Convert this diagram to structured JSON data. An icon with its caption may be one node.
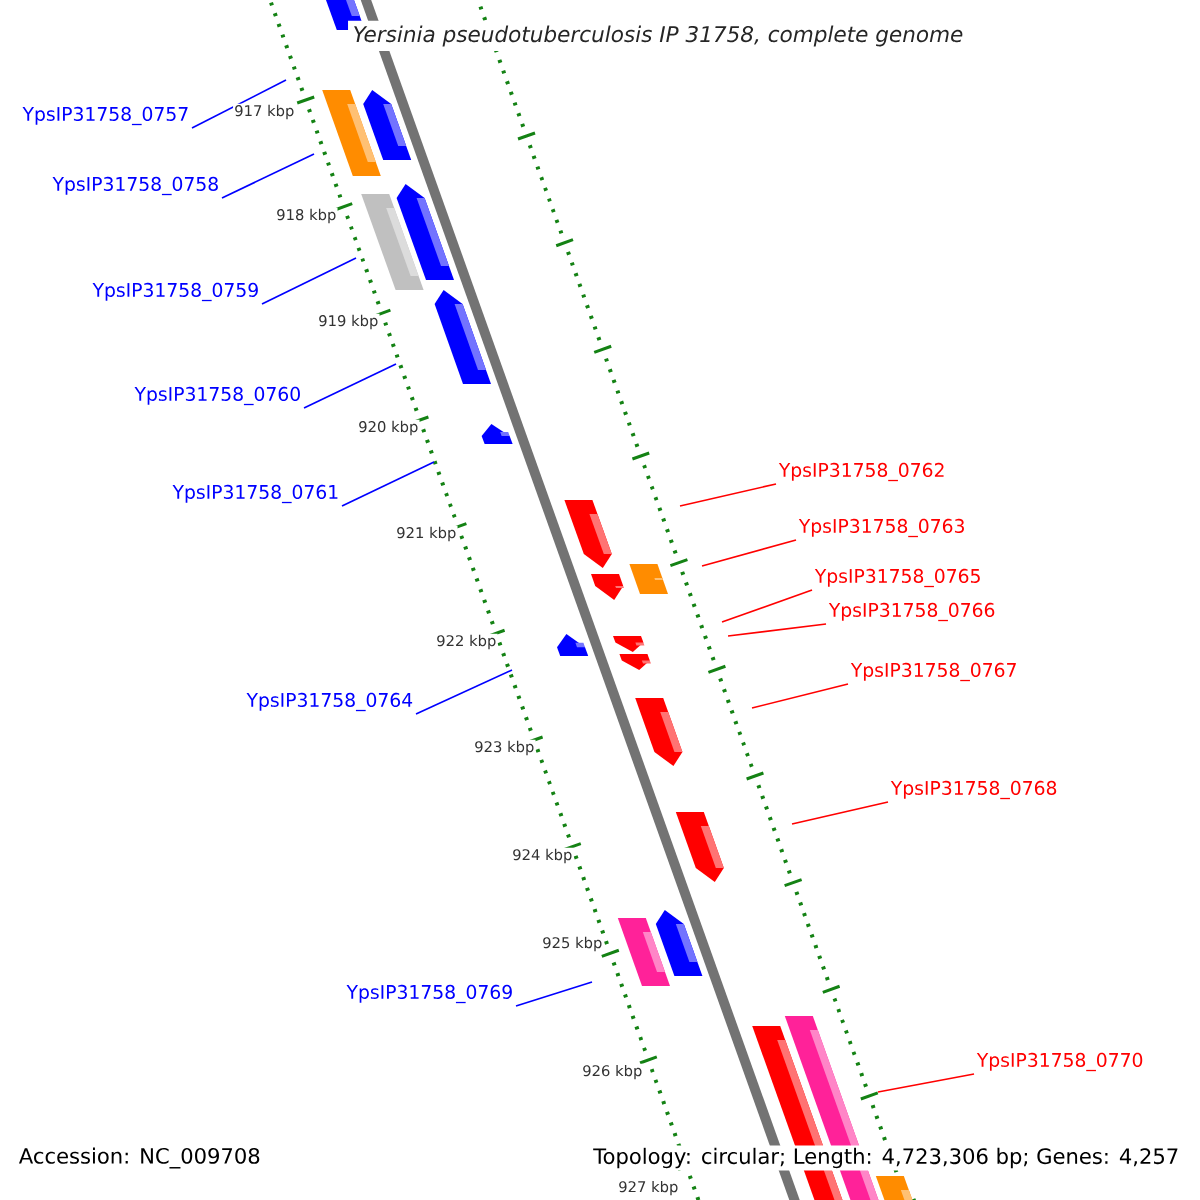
{
  "diagram": {
    "title": "Yersinia pseudotuberculosis IP 31758, complete genome",
    "nodes": [
      {
        "text": [
          "YpsIP31758_0757"
        ]
      },
      {
        "text": [
          "YpsIP31758_0758"
        ]
      },
      {
        "text": [
          "YpsIP31758_0759"
        ]
      },
      {
        "text": [
          "YpsIP31758_0760"
        ]
      },
      {
        "text": [
          "YpsIP31758_0762"
        ]
      },
      {
        "text": [
          "YpsIP31758_0761"
        ]
      },
      {
        "text": [
          "YpsIP31758_0763"
        ]
      },
      {
        "text": [
          "YpsIP31758_0765"
        ]
      },
      {
        "text": [
          "YpsIP31758_0766"
        ]
      },
      {
        "text": [
          "YpsIP31758_0767"
        ]
      },
      {
        "text": [
          "YpsIP31758_0764"
        ]
      },
      {
        "text": [
          "YpsIP31758_0768"
        ]
      },
      {
        "text": [
          "YpsIP31758_0769"
        ]
      },
      {
        "text": [
          "YpsIP31758_0770"
        ]
      }
    ],
    "edges": [
      {
        "from": 0,
        "to": null,
        "arrow": "none"
      },
      {
        "from": 1,
        "to": null,
        "arrow": "none"
      },
      {
        "from": 2,
        "to": null,
        "arrow": "none"
      },
      {
        "from": 3,
        "to": null,
        "arrow": "none"
      },
      {
        "from": 4,
        "to": null,
        "arrow": "none",
        "color": "#ff0000"
      },
      {
        "from": 5,
        "to": null,
        "arrow": "none"
      },
      {
        "from": 6,
        "to": null,
        "arrow": "none",
        "color": "#ff0000"
      },
      {
        "from": 7,
        "to": null,
        "arrow": "none",
        "color": "#ff0000"
      },
      {
        "from": 8,
        "to": null,
        "arrow": "none",
        "color": "#ff0000"
      },
      {
        "from": 9,
        "to": null,
        "arrow": "none",
        "color": "#ff0000"
      },
      {
        "from": 10,
        "to": null,
        "arrow": "none"
      },
      {
        "from": 11,
        "to": null,
        "arrow": "none",
        "color": "#ff0000"
      },
      {
        "from": 12,
        "to": null,
        "arrow": "none"
      },
      {
        "from": 13,
        "to": null,
        "arrow": "none",
        "color": "#ff0000"
      }
    ],
    "labels": [
      "917 kbp",
      "918 kbp",
      "919 kbp",
      "920 kbp",
      "921 kbp",
      "922 kbp",
      "923 kbp",
      "924 kbp",
      "925 kbp",
      "926 kbp",
      "927 kbp",
      "Accession: NC_009708",
      "Topology: circular; Length: 4,723,306 bp; Genes: 4,257"
    ]
  }
}
